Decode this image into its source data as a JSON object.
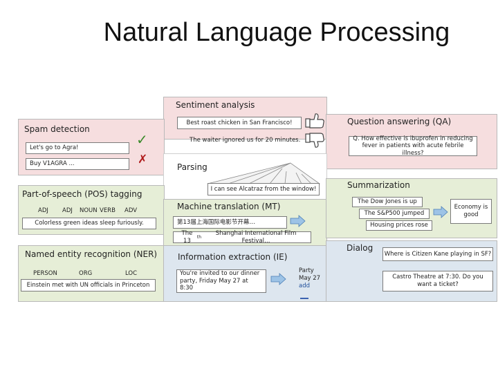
{
  "title": "Natural Language Processing",
  "sentiment": {
    "label": "Sentiment analysis",
    "positive": "Best roast chicken in San Francisco!",
    "negative": "The waiter ignored us for 20 minutes."
  },
  "spam": {
    "label": "Spam detection",
    "ok_example": "Let's go to Agra!",
    "spam_example": "Buy V1AGRA ...",
    "ok_mark": "✓",
    "spam_mark": "✗"
  },
  "qa": {
    "label": "Question answering (QA)",
    "question": "Q. How effective is ibuprofen in reducing fever in patients with acute febrile illness?"
  },
  "parsing": {
    "label": "Parsing",
    "sentence": "I can see Alcatraz from the window!"
  },
  "pos": {
    "label": "Part-of-speech (POS) tagging",
    "tags": [
      "ADJ",
      "ADJ",
      "NOUN",
      "VERB",
      "ADV"
    ],
    "sentence": "Colorless green ideas sleep furiously."
  },
  "mt": {
    "label": "Machine translation (MT)",
    "source": "第13届上海国际电影节开幕…",
    "target": "The 13th Shanghai International Film Festival…",
    "ordinal_base": "The 13",
    "ordinal_sup": "th",
    "target_rest": " Shanghai International Film Festival…"
  },
  "summarization": {
    "label": "Summarization",
    "items": [
      "The Dow Jones is up",
      "The S&P500 jumped",
      "Housing prices rose"
    ],
    "result": "Economy is good"
  },
  "ner": {
    "label": "Named entity recognition (NER)",
    "tags": [
      "PERSON",
      "ORG",
      "LOC"
    ],
    "sentence": "Einstein met with UN officials in Princeton"
  },
  "ie": {
    "label": "Information extraction (IE)",
    "text": "You're invited to our dinner party, Friday May 27 at 8:30",
    "event": [
      "Party",
      "May 27"
    ],
    "action": "add"
  },
  "dialog": {
    "label": "Dialog",
    "question": "Where is Citizen Kane playing in SF?",
    "answer": "Castro Theatre at 7:30. Do you want a ticket?"
  }
}
